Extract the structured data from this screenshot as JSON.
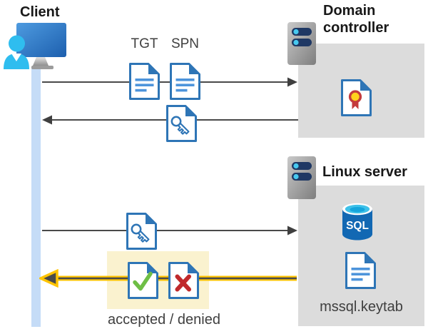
{
  "labels": {
    "client": "Client",
    "domain_controller": "Domain controller",
    "linux_server": "Linux server",
    "tgt": "TGT",
    "spn": "SPN",
    "sql": "SQL",
    "keytab_file": "mssql.keytab",
    "accepted_denied": "accepted / denied"
  },
  "icons": {
    "client": "person-at-monitor-icon",
    "domain_controller": "server-icon",
    "linux_server": "server-icon",
    "tgt": "document-icon",
    "spn": "document-icon",
    "ticket_from_dc": "key-document-icon",
    "ticket_to_linux": "key-document-icon",
    "certificate": "certificate-document-icon",
    "sql_database": "sql-database-icon",
    "keytab": "document-icon",
    "accepted": "check-document-icon",
    "denied": "cross-document-icon"
  },
  "colors": {
    "doc_border_blue": "#2e75b6",
    "doc_line_blue": "#4d94db",
    "monitor_blue_light": "#4e9be0",
    "monitor_blue_dark": "#1d5fae",
    "person_cyan": "#2fbdef",
    "timeline_blue": "#c5dcf7",
    "panel_gray": "#dcdcdc",
    "server_pill_navy": "#1f3864",
    "server_dot_cyan": "#47c9f0",
    "arrow_dark": "#4a4a4a",
    "highlight_yellow": "#ffc400",
    "highlight_box_yellow": "#faf2cf",
    "check_green": "#6ebe45",
    "cross_red": "#c0292b",
    "cert_gold": "#ffd21c",
    "cert_red": "#c43b3c",
    "sql_body_blue": "#1268b3",
    "sql_top_cyan": "#3ec1e9",
    "heading_text": "#181818",
    "label_text": "#3f3f3f"
  }
}
